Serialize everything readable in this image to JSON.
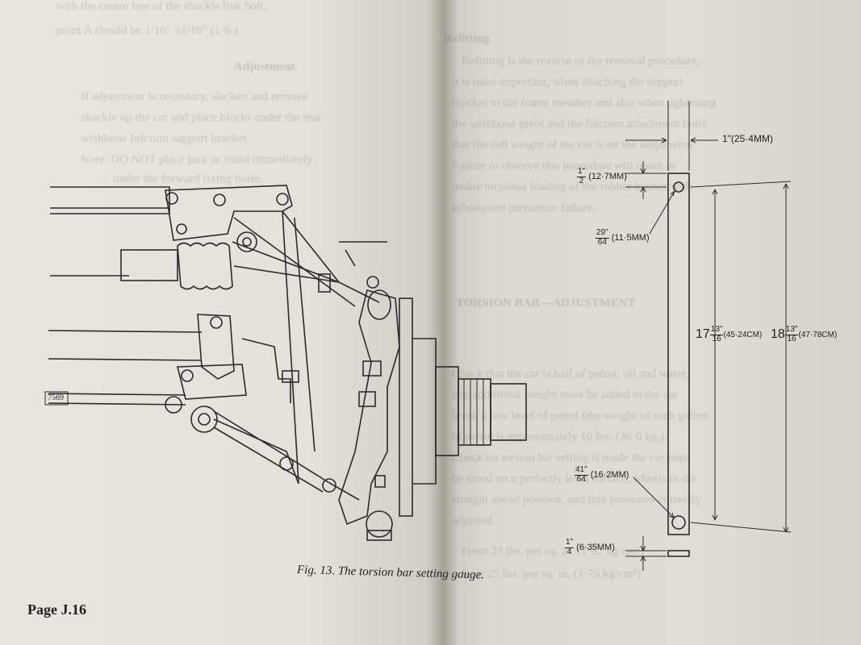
{
  "caption": "Fig. 13.  The torsion bar setting gauge.",
  "page_number": "Page J.16",
  "figure_ref": "7569",
  "gauge": {
    "top_width": "1\"(25·4MM)",
    "hole_offset": {
      "num": "1\"",
      "den": "2",
      "metric": "(12·7MM)"
    },
    "top_hole": {
      "num": "29\"",
      "den": "64",
      "metric": "(11·5MM)"
    },
    "inner_length": {
      "whole": "17",
      "num": "13\"",
      "den": "16",
      "metric": "(45·24CM)"
    },
    "overall_length": {
      "whole": "18",
      "num": "13\"",
      "den": "16",
      "metric": "(47·78CM)"
    },
    "bottom_hole": {
      "num": "41\"",
      "den": "64",
      "metric": "(16·2MM)"
    },
    "thickness": {
      "num": "1\"",
      "den": "4",
      "metric": "(6·35MM)"
    }
  },
  "showthrough": {
    "left": [
      "with the centre line of the shackle link bolt,",
      "point A should be 1/16\" ±1/16\" (1·6 ±",
      "Adjustment",
      "If adjustment is necessary, slacken and remove",
      "shackle up the car and place blocks under the rear",
      "wishbone fulcrum support bracket.",
      "Note: DO NOT place jack or stand immediately",
      "under the forward fixing holes."
    ],
    "right": [
      "Refitting",
      "Refitting is the reverse of the removal procedure,",
      "it is most important, when attaching the support",
      "bracket to the frame member and also when tightening",
      "the wishbone pivot and the fulcrum attachment bolts",
      "that the full weight of the car is on the suspension.",
      "Failure to observe this procedure will result in",
      "undue torsional loading of the rubber bushes with",
      "subsequent premature failure.",
      "TORSION BAR—ADJUSTMENT",
      "Check that the car is half of petrol, oil and water,",
      "any additional weight must be added to the car",
      "level, a low level of petrol (the weight of each gallon",
      "of petrol is approximately 10 lbs. (36·0 kg.).",
      "Check on torsion bar setting is made the car must",
      "be stood on a perfectly level surface, wheels in the",
      "straight ahead position, and tyre pressures correctly",
      "adjusted.",
      "Front 23 lbs. per sq. in. (1·62 kg/cm²)",
      "Rear 25 lbs. per sq. in. (1·76 kg/cm²)"
    ]
  }
}
